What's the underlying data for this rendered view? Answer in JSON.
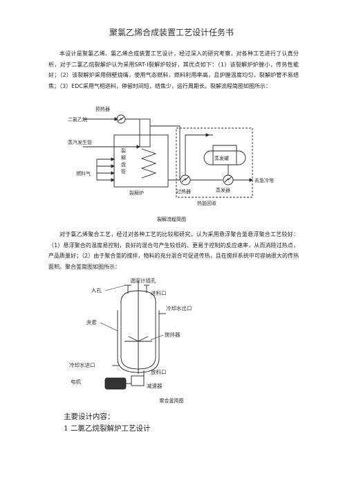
{
  "doc": {
    "title": "聚氯乙烯合成装置工艺设计任务书",
    "para1": "本设计是聚氯乙烯、氯乙烯合成装置工艺设计，经过深入的研究考察，对各种工艺进行了认真分析，对于二氯乙烷裂解炉认为采用SRT-Ⅰ裂解炉较好，其优点如下：（1）该裂解炉炉膛小，传热性能好；（2）该裂解炉采用侧壁烧嘴，使用气态燃料，燃料利用率高，且炉膛温度均匀，裂解炉管不易结焦；（3）EDC采用气相进料，停留时间短，结焦少，运行周期长。裂解流程简图如图所示：",
    "caption1": "裂解流程简图",
    "para2": "对于氯乙烯聚合工艺，经过对各种工艺的比较和研究，认为采用悬浮聚合釜悬浮聚合工艺较好：（1）悬浮聚合的温度易控制，良好的混合可产生较低的、更易于控制的反应速率，从而消除过热点，产品质量好；（2）由于聚合釜的搅拌，物料的充分混合可促进传热，且在搅拌系统中可容纳很大的传热面积。聚合釜简图如图所示：",
    "caption2": "聚合釜简图",
    "heading1": "主要设计内容：",
    "heading2": "1 二氯乙烷裂解炉工艺设计"
  },
  "fig1": {
    "preheater": "预热器",
    "edc": "二氯乙烷",
    "steam": "蒸汽发生管",
    "fuel": "燃料气",
    "tube1": "裂",
    "tube2": "解",
    "tube3": "盘",
    "tube4": "管",
    "furnace": "裂解炉",
    "superheater": "过热器",
    "evaporator": "蒸发器",
    "drum": "蒸发罐",
    "quench": "去急冷塔",
    "recovery": "热能回收"
  },
  "fig2": {
    "thermo": "温度计插孔",
    "manhole": "人孔",
    "inlet": "进料口",
    "coolout": "冷却水出口",
    "jacket": "夹套",
    "agitator": "搅拌器",
    "coolin": "冷却水进口",
    "discharge": "放料口",
    "motor": "电机",
    "reducer": "减速器"
  }
}
